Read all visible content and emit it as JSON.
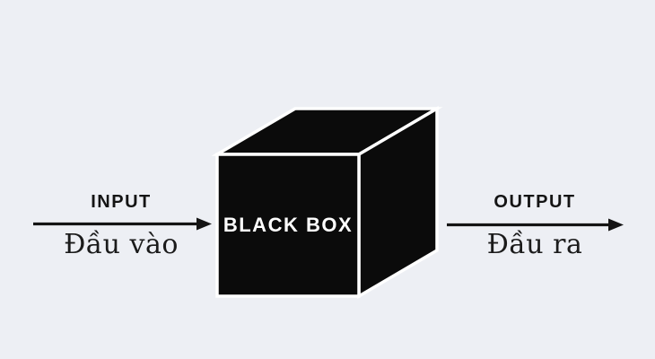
{
  "colors": {
    "bg": "#edeff4",
    "ink": "#141414",
    "sub-ink": "#1b1b1b",
    "box-fill": "#0b0b0b",
    "edge": "#ffffff",
    "box-label": "#ffffff"
  },
  "diagram": {
    "box": {
      "label": "BLACK BOX"
    },
    "input": {
      "label": "INPUT",
      "sublabel": "Đầu vào"
    },
    "output": {
      "label": "OUTPUT",
      "sublabel": "Đầu ra"
    }
  }
}
